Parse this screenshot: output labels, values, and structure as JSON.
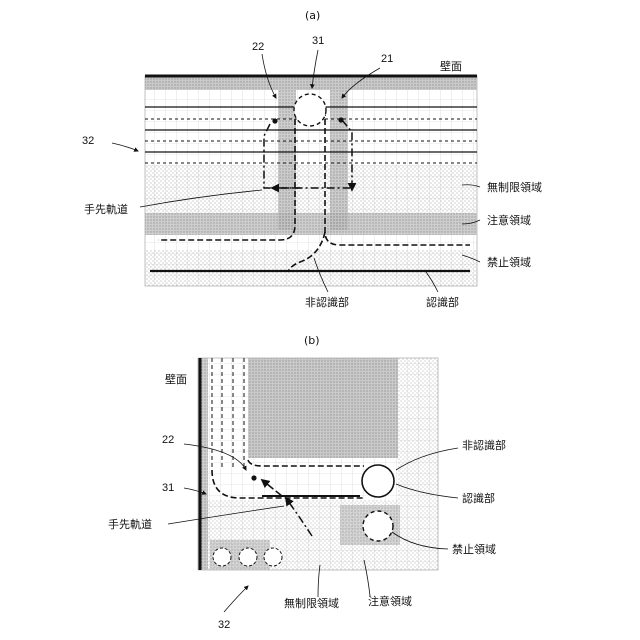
{
  "figure_a": {
    "caption": "(a)",
    "labels": {
      "wall": "壁面",
      "ref_22": "22",
      "ref_31": "31",
      "ref_21": "21",
      "ref_32": "32",
      "unrestricted": "無制限領域",
      "caution": "注意領域",
      "prohibited": "禁止領域",
      "hand_traj": "手先軌道",
      "non_recog": "非認識部",
      "recog": "認識部"
    }
  },
  "figure_b": {
    "caption": "(b)",
    "labels": {
      "wall": "壁面",
      "ref_22": "22",
      "ref_31": "31",
      "ref_32": "32",
      "non_recog": "非認識部",
      "recog": "認識部",
      "hand_traj": "手先軌道",
      "prohibited": "禁止領域",
      "unrestricted": "無制限領域",
      "caution": "注意領域"
    }
  }
}
